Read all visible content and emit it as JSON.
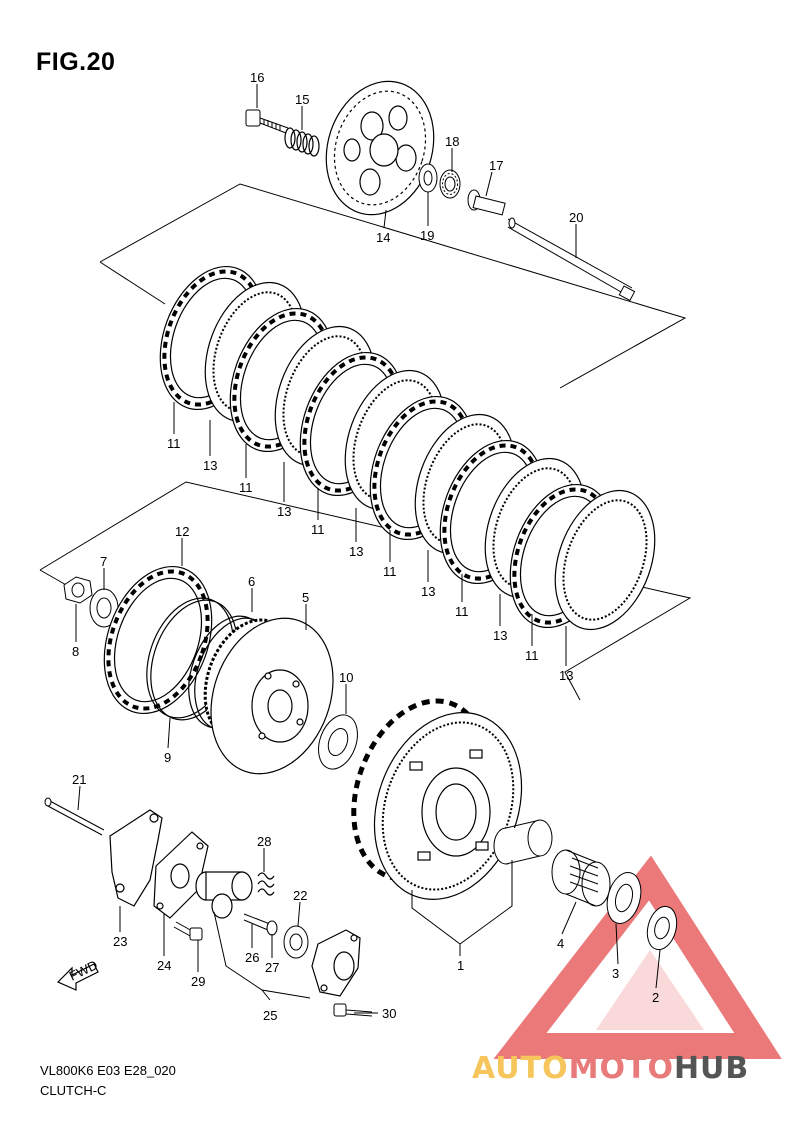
{
  "figure": {
    "title": "FIG.20",
    "model_code": "VL800K6 E03 E28_020",
    "section": "CLUTCH-C",
    "fwd_label": "FWD"
  },
  "callouts": [
    {
      "id": "c16",
      "label": "16"
    },
    {
      "id": "c15",
      "label": "15"
    },
    {
      "id": "c18",
      "label": "18"
    },
    {
      "id": "c17",
      "label": "17"
    },
    {
      "id": "c20",
      "label": "20"
    },
    {
      "id": "c14",
      "label": "14"
    },
    {
      "id": "c19",
      "label": "19"
    },
    {
      "id": "c11a",
      "label": "11"
    },
    {
      "id": "c13a",
      "label": "13"
    },
    {
      "id": "c11b",
      "label": "11"
    },
    {
      "id": "c13b",
      "label": "13"
    },
    {
      "id": "c11c",
      "label": "11"
    },
    {
      "id": "c13c",
      "label": "13"
    },
    {
      "id": "c11d",
      "label": "11"
    },
    {
      "id": "c13d",
      "label": "13"
    },
    {
      "id": "c11e",
      "label": "11"
    },
    {
      "id": "c13e",
      "label": "13"
    },
    {
      "id": "c11f",
      "label": "11"
    },
    {
      "id": "c13f",
      "label": "13"
    },
    {
      "id": "c12",
      "label": "12"
    },
    {
      "id": "c7",
      "label": "7"
    },
    {
      "id": "c6",
      "label": "6"
    },
    {
      "id": "c5",
      "label": "5"
    },
    {
      "id": "c8",
      "label": "8"
    },
    {
      "id": "c10",
      "label": "10"
    },
    {
      "id": "c9",
      "label": "9"
    },
    {
      "id": "c21",
      "label": "21"
    },
    {
      "id": "c28",
      "label": "28"
    },
    {
      "id": "c22",
      "label": "22"
    },
    {
      "id": "c23",
      "label": "23"
    },
    {
      "id": "c24",
      "label": "24"
    },
    {
      "id": "c29",
      "label": "29"
    },
    {
      "id": "c26",
      "label": "26"
    },
    {
      "id": "c27",
      "label": "27"
    },
    {
      "id": "c25",
      "label": "25"
    },
    {
      "id": "c30",
      "label": "30"
    },
    {
      "id": "c1",
      "label": "1"
    },
    {
      "id": "c4",
      "label": "4"
    },
    {
      "id": "c3",
      "label": "3"
    },
    {
      "id": "c2",
      "label": "2"
    }
  ],
  "watermark": {
    "part1": "AUTO",
    "part2": "MOTO",
    "part3": "HUB",
    "colors": {
      "part1": "#f6c65c",
      "part2": "#e87a7a",
      "part3": "#555555",
      "triangle": "#e23a3a"
    }
  }
}
